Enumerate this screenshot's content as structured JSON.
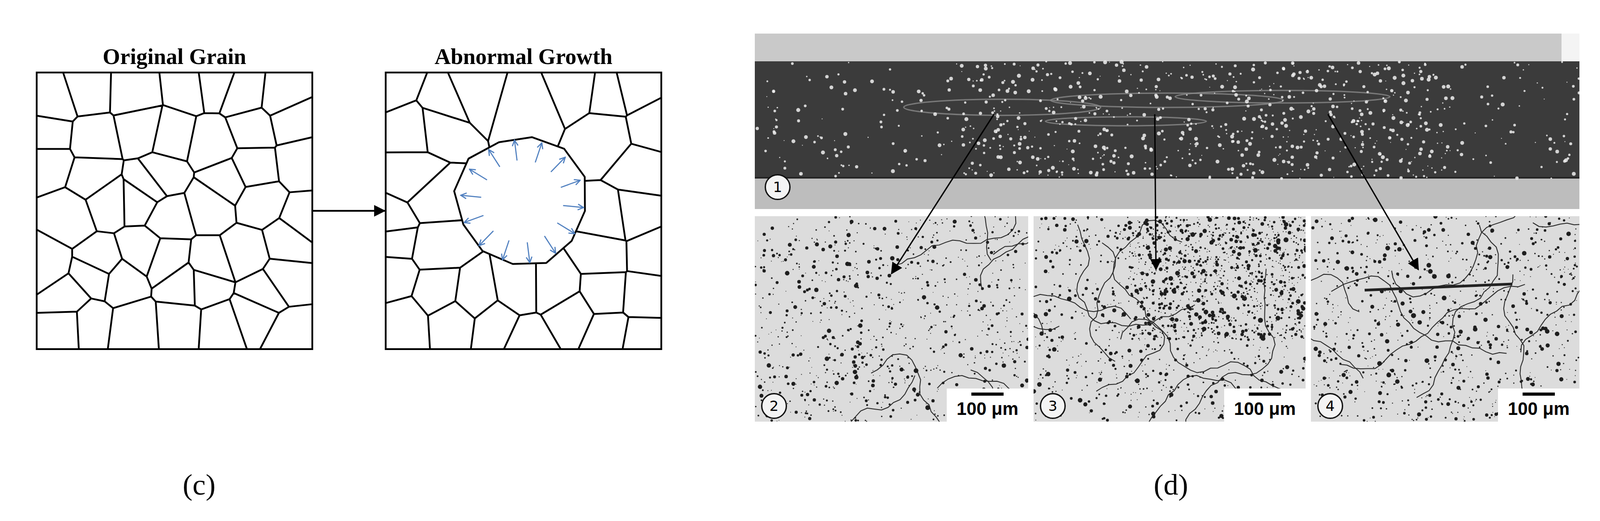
{
  "diagram": {
    "nodes": [
      {
        "text": [
          "Original Grain"
        ]
      },
      {
        "text": [
          "Abnormal Growth"
        ]
      },
      {
        "text": [
          "1"
        ]
      },
      {
        "text": [
          "2",
          "100 μm"
        ]
      },
      {
        "text": [
          "3",
          "100 μm"
        ]
      },
      {
        "text": [
          "4",
          "100 μm"
        ]
      }
    ],
    "edges": [
      {
        "from": 0,
        "to": 1,
        "arrow": "to"
      },
      {
        "from": 2,
        "to": 3,
        "arrow": "to"
      },
      {
        "from": 2,
        "to": 4,
        "arrow": "to"
      },
      {
        "from": 2,
        "to": 5,
        "arrow": "to"
      }
    ],
    "labels": [
      "(c)",
      "(d)"
    ]
  }
}
